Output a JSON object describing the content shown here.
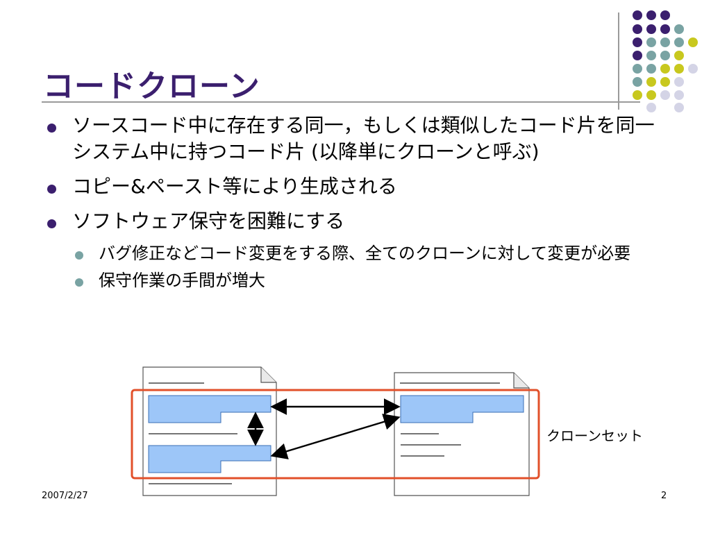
{
  "slide": {
    "title": "コードクローン",
    "bullets": [
      {
        "text": "ソースコード中に存在する同一，もしくは類似したコード片を同一システム中に持つコード片 (以降単にクローンと呼ぶ)"
      },
      {
        "text": "コピー&ペースト等により生成される"
      },
      {
        "text": "ソフトウェア保守を困難にする",
        "sub": [
          {
            "text": "バグ修正などコード変更をする際、全てのクローンに対して変更が必要"
          },
          {
            "text": "保守作業の手間が増大"
          }
        ]
      }
    ],
    "diagram_label": "クローンセット",
    "footer_date": "2007/2/27",
    "page_number": "2"
  },
  "colors": {
    "title": "#3b1f6e",
    "bullet_primary": "#3b1f6e",
    "bullet_secondary": "#79a3a3",
    "dot_purple": "#3b1f6e",
    "dot_teal": "#79a3a3",
    "dot_yellow": "#c8c81e",
    "dot_lavender": "#d4d4e6",
    "clone_fill": "#9dc6f8",
    "clone_stroke": "#3a6fb5",
    "cloneset_box": "#e2502a"
  },
  "icons": {
    "decoration": "dot-grid",
    "document": "page-with-folded-corner",
    "bullet": "filled-circle"
  }
}
